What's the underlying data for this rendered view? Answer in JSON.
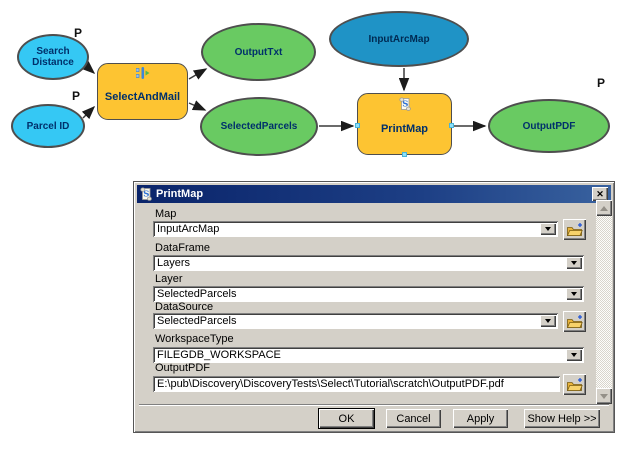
{
  "colors": {
    "input_param_fill": "#35c8f4",
    "input_data_fill": "#1f93c6",
    "tool_fill": "#fdc432",
    "derived_data_fill": "#69ca62",
    "titlebar": "#0a246a",
    "dialog_bg": "#d4d0c8",
    "node_text": "#00306b"
  },
  "diagram": {
    "search_distance": {
      "label": "Search Distance",
      "badge": "P"
    },
    "parcel_id": {
      "label": "Parcel ID",
      "badge": "P"
    },
    "select_and_mail": {
      "label": "SelectAndMail"
    },
    "output_txt": {
      "label": "OutputTxt"
    },
    "selected_parcels": {
      "label": "SelectedParcels"
    },
    "input_arc_map": {
      "label": "InputArcMap"
    },
    "print_map": {
      "label": "PrintMap"
    },
    "output_pdf": {
      "label": "OutputPDF",
      "badge": "P"
    }
  },
  "dialog": {
    "title": "PrintMap",
    "close_glyph": "✕",
    "fields": [
      {
        "label": "Map",
        "value": "InputArcMap"
      },
      {
        "label": "DataFrame",
        "value": "Layers"
      },
      {
        "label": "Layer",
        "value": "SelectedParcels"
      },
      {
        "label": "DataSource",
        "value": "SelectedParcels"
      },
      {
        "label": "WorkspaceType",
        "value": "FILEGDB_WORKSPACE"
      },
      {
        "label": "OutputPDF",
        "value": "E:\\pub\\Discovery\\DiscoveryTests\\Select\\Tutorial\\scratch\\OutputPDF.pdf"
      }
    ],
    "buttons": {
      "ok": "OK",
      "cancel": "Cancel",
      "apply": "Apply",
      "help": "Show Help >>"
    }
  }
}
